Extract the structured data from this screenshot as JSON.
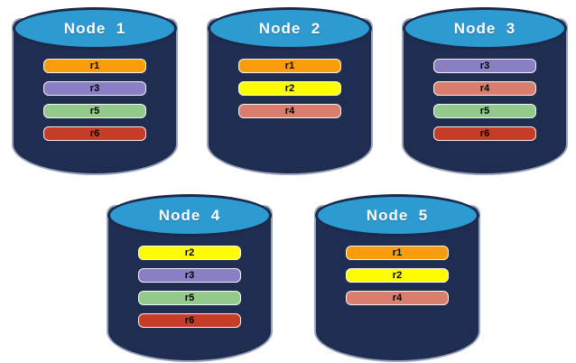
{
  "diagram": {
    "description": "Five database nodes with replicated partitions",
    "replica_colors": {
      "r1": "#F99C0D",
      "r2": "#FEFE00",
      "r3": "#8A7EC4",
      "r4": "#D97E6C",
      "r5": "#93C98B",
      "r6": "#C53D26"
    },
    "node_colors": {
      "cylinder_body": "#1E2D50",
      "cylinder_body_outline": "#9AA3BD",
      "cylinder_top": "#2E9AD2",
      "cylinder_top_outline": "#1B2A4A",
      "title_text": "#FFFFFF",
      "replica_text": "#000000"
    },
    "nodes": [
      {
        "label": "Node  1",
        "replicas": [
          "r1",
          "r3",
          "r5",
          "r6"
        ]
      },
      {
        "label": "Node  2",
        "replicas": [
          "r1",
          "r2",
          "r4"
        ]
      },
      {
        "label": "Node  3",
        "replicas": [
          "r3",
          "r4",
          "r5",
          "r6"
        ]
      },
      {
        "label": "Node  4",
        "replicas": [
          "r2",
          "r3",
          "r5",
          "r6"
        ]
      },
      {
        "label": "Node  5",
        "replicas": [
          "r1",
          "r2",
          "r4"
        ]
      }
    ]
  }
}
